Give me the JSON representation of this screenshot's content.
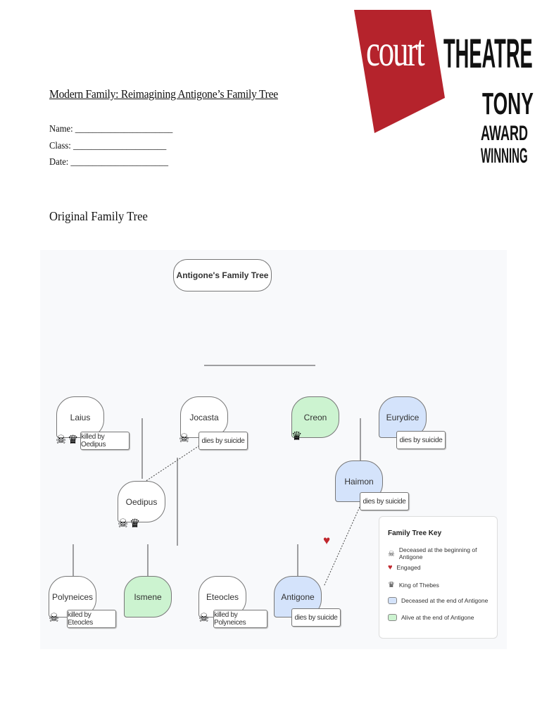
{
  "logo": {
    "court": "court",
    "theatre": "THEATRE",
    "line2": "TONY",
    "line3": "AWARD",
    "line4": "WINNING",
    "brand_color": "#b5232c"
  },
  "header": {
    "title": "Modern Family: Reimagining Antigone’s Family Tree",
    "name": "Name: ______________________",
    "class": "Class: _____________________",
    "date": "Date: ______________________"
  },
  "section_title": "Original Family Tree",
  "diagram": {
    "title": "Antigone's Family Tree",
    "nodes": {
      "laius": "Laius",
      "jocasta": "Jocasta",
      "creon": "Creon",
      "eurydice": "Eurydice",
      "haimon": "Haimon",
      "oedipus": "Oedipus",
      "polyneices": "Polyneices",
      "ismene": "Ismene",
      "eteocles": "Eteocles",
      "antigone": "Antigone"
    },
    "badges": {
      "laius": "killed by Oedipus",
      "jocasta": "dies by suicide",
      "eurydice": "dies by suicide",
      "haimon": "dies by suicide",
      "polyneices": "killed by Eteocles",
      "eteocles": "killed by Polyneices",
      "antigone": "dies by suicide"
    },
    "key": {
      "title": "Family Tree Key",
      "items": [
        "Deceased at the beginning of Antigone",
        "Engaged",
        "King of Thebes",
        "Deceased at the end of Antigone",
        "Alive at the end of Antigone"
      ]
    },
    "colors": {
      "deceased_end": "#d4e3fb",
      "alive_end": "#ccf3d0",
      "engaged": "#c0272d"
    }
  }
}
